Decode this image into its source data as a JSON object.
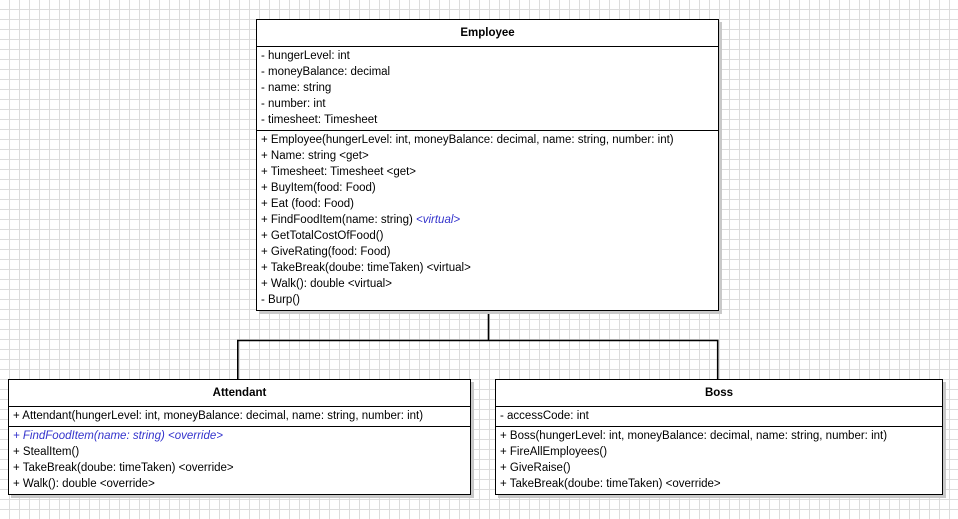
{
  "diagram": {
    "type": "uml-class-diagram",
    "background": "grid",
    "grid_color": "#dcdcdc",
    "line_color": "#000000",
    "abstract_color": "#3333cc",
    "shadow_color": "#c9c9c9"
  },
  "classes": {
    "employee": {
      "name": "Employee",
      "attributes": [
        {
          "text": "- hungerLevel: int",
          "style": "normal"
        },
        {
          "text": "- moneyBalance: decimal",
          "style": "normal"
        },
        {
          "text": "- name: string",
          "style": "normal"
        },
        {
          "text": "- number: int",
          "style": "normal"
        },
        {
          "text": "- timesheet: Timesheet",
          "style": "normal"
        }
      ],
      "operations": [
        {
          "text": "+ Employee(hungerLevel: int, moneyBalance: decimal, name: string, number: int)",
          "style": "normal"
        },
        {
          "text": "+ Name: string <get>",
          "style": "normal"
        },
        {
          "text": "+ Timesheet: Timesheet <get>",
          "style": "normal"
        },
        {
          "text": "+ BuyItem(food: Food)",
          "style": "normal"
        },
        {
          "text": "+ Eat (food: Food)",
          "style": "normal"
        },
        {
          "text": "+ FindFoodItem(name: string) ",
          "stereotype": "<virtual>",
          "style": "stereotype-blue"
        },
        {
          "text": "+ GetTotalCostOfFood()",
          "style": "normal"
        },
        {
          "text": "+ GiveRating(food: Food)",
          "style": "normal"
        },
        {
          "text": "+ TakeBreak(doube: timeTaken) <virtual>",
          "style": "normal"
        },
        {
          "text": "+ Walk(): double <virtual>",
          "style": "normal"
        },
        {
          "text": "- Burp()",
          "style": "normal"
        }
      ]
    },
    "attendant": {
      "name": "Attendant",
      "attributes": [],
      "constructor_compartment": [
        {
          "text": "+ Attendant(hungerLevel: int, moneyBalance: decimal, name: string, number: int)",
          "style": "normal"
        }
      ],
      "operations": [
        {
          "text": "+ FindFoodItem(name: string) <override>",
          "style": "abstract-blue"
        },
        {
          "text": "+ StealItem()",
          "style": "normal"
        },
        {
          "text": "+ TakeBreak(doube: timeTaken) <override>",
          "style": "normal"
        },
        {
          "text": "+ Walk(): double <override>",
          "style": "normal"
        }
      ]
    },
    "boss": {
      "name": "Boss",
      "attributes": [
        {
          "text": "- accessCode: int",
          "style": "normal"
        }
      ],
      "operations": [
        {
          "text": "+ Boss(hungerLevel: int, moneyBalance: decimal, name: string, number: int)",
          "style": "normal"
        },
        {
          "text": "+ FireAllEmployees()",
          "style": "normal"
        },
        {
          "text": "+ GiveRaise()",
          "style": "normal"
        },
        {
          "text": "+ TakeBreak(doube: timeTaken) <override>",
          "style": "normal"
        }
      ]
    }
  },
  "relationships": [
    {
      "type": "generalization",
      "from": "attendant",
      "to": "employee",
      "arrow": "hollow-triangle"
    },
    {
      "type": "generalization",
      "from": "boss",
      "to": "employee",
      "arrow": "hollow-triangle"
    }
  ]
}
